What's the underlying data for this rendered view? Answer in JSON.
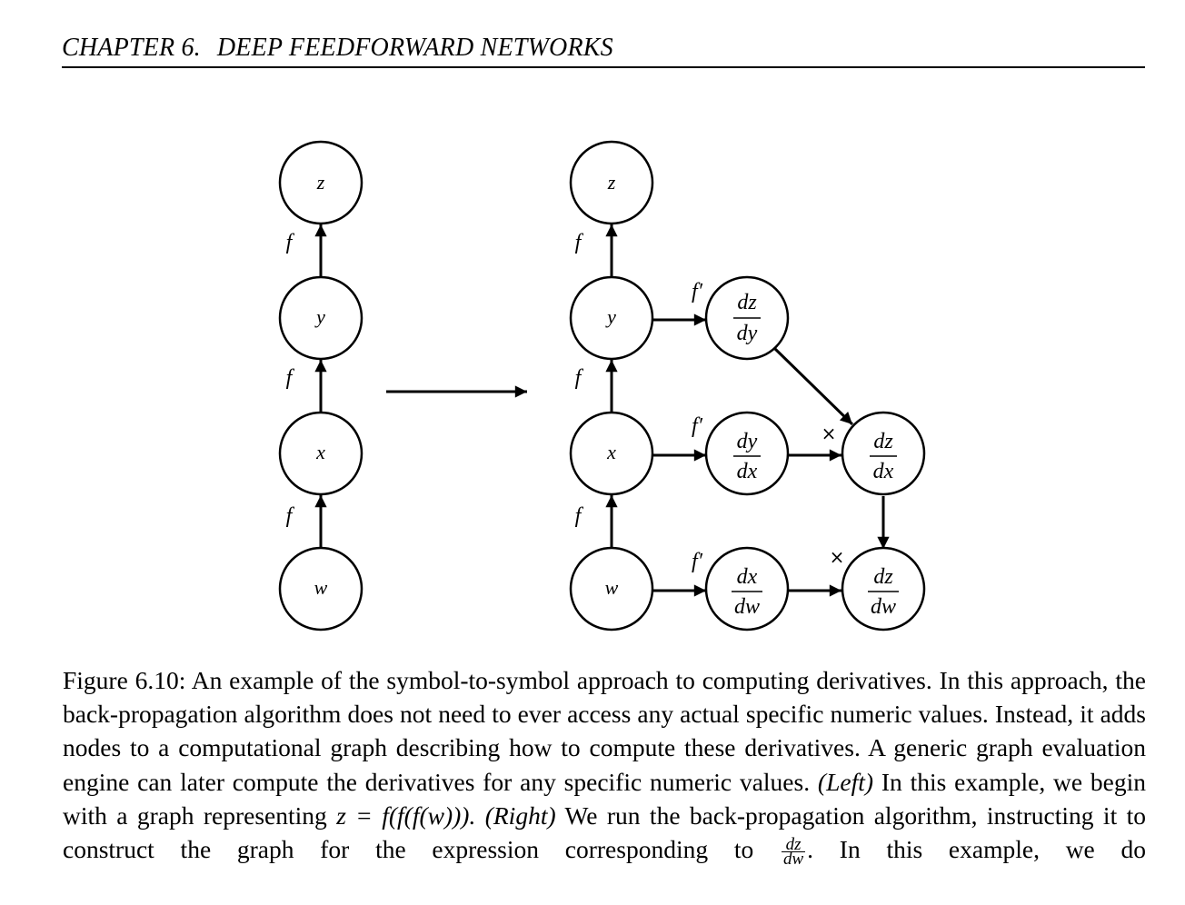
{
  "running_head": {
    "chapter": "CHAPTER 6.",
    "title": "DEEP FEEDFORWARD NETWORKS"
  },
  "figure": {
    "left_graph": {
      "nodes": {
        "z": "z",
        "y": "y",
        "x": "x",
        "w": "w"
      },
      "edge_labels": [
        "f",
        "f",
        "f"
      ]
    },
    "right_graph": {
      "nodes": {
        "z": "z",
        "y": "y",
        "x": "x",
        "w": "w"
      },
      "edge_labels": [
        "f",
        "f",
        "f"
      ],
      "derivative_nodes": [
        {
          "id": "dz_dy",
          "num": "dz",
          "den": "dy"
        },
        {
          "id": "dy_dx",
          "num": "dy",
          "den": "dx"
        },
        {
          "id": "dx_dw",
          "num": "dx",
          "den": "dw"
        },
        {
          "id": "dz_dx",
          "num": "dz",
          "den": "dx"
        },
        {
          "id": "dz_dw",
          "num": "dz",
          "den": "dw"
        }
      ],
      "derivative_edge_labels": [
        "f′",
        "f′",
        "f′"
      ],
      "multiply_labels": [
        "×",
        "×"
      ]
    }
  },
  "caption": {
    "figure_number": "Figure 6.10:",
    "text_1": "An example of the symbol-to-symbol approach to computing derivatives. In this approach, the back-propagation algorithm does not need to ever access any actual specific numeric values. Instead, it adds nodes to a computational graph describing how to compute these derivatives. A generic graph evaluation engine can later compute the derivatives for any specific numeric values.",
    "left_tag": "(Left)",
    "text_2": "In this example, we begin with a graph representing",
    "math_expr": "z = f(f(f(w))).",
    "right_tag": "(Right)",
    "text_3": "We run the back-propagation algorithm, instructing it to construct the graph for the expression corresponding to",
    "frac_num": "dz",
    "frac_den": "dw",
    "text_4": ". In this example, we do"
  }
}
